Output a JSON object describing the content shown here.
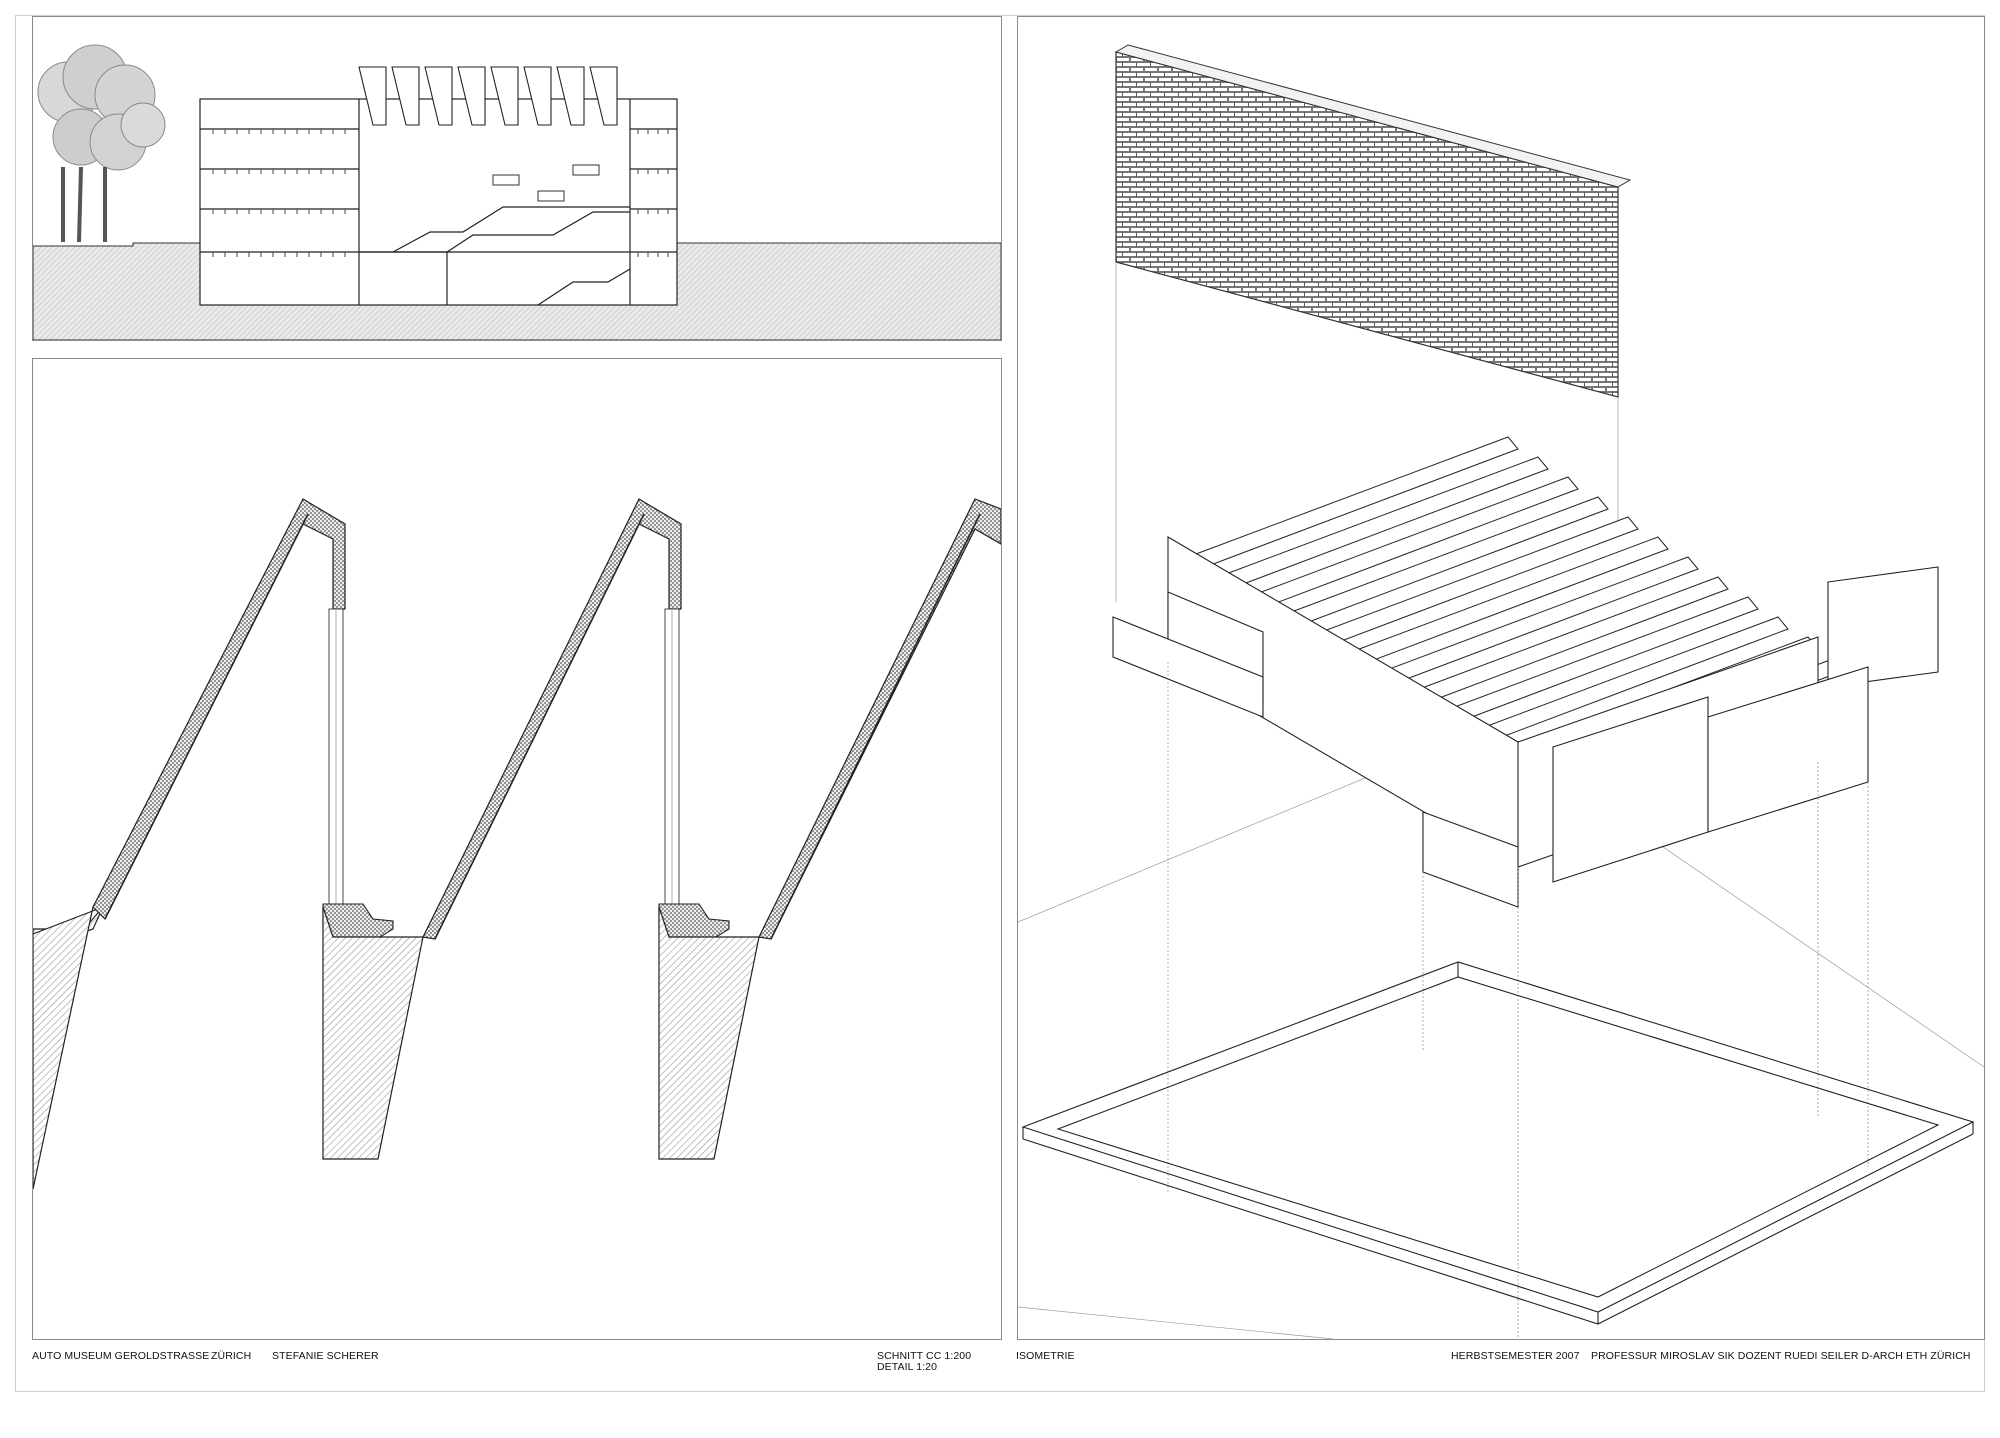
{
  "footer_left": {
    "project": "AUTO MUSEUM GEROLDSTRASSE",
    "city": "ZÜRICH",
    "author": "STEFANIE SCHERER"
  },
  "footer_scale": {
    "section": "SCHNITT CC 1:200",
    "detail": "DETAIL 1:20"
  },
  "footer_right": {
    "view": "ISOMETRIE",
    "semester": "HERBSTSEMESTER 2007",
    "credits": "PROFESSUR MIROSLAV SIK DOZENT RUEDI SEILER D-ARCH ETH ZÜRICH"
  }
}
